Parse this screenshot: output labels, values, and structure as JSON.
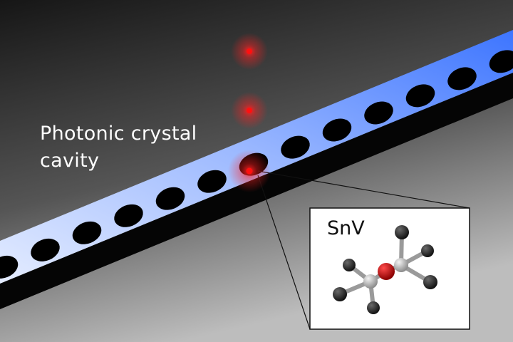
{
  "labels": {
    "cavity_line1": "Photonic crystal",
    "cavity_line2": "cavity"
  },
  "inset": {
    "title": "SnV"
  },
  "colors": {
    "background_top": "#1a1a1a",
    "background_bottom": "#b5b5b5",
    "waveguide_light": "#dfe9ff",
    "waveguide_dark": "#4d80ff",
    "hole": "#000000",
    "emitter": "#ff1a1a",
    "vacancy_atom": "#cc0000",
    "tin_atom": "#d0d0d0",
    "carbon_atom": "#2a2a2a"
  }
}
